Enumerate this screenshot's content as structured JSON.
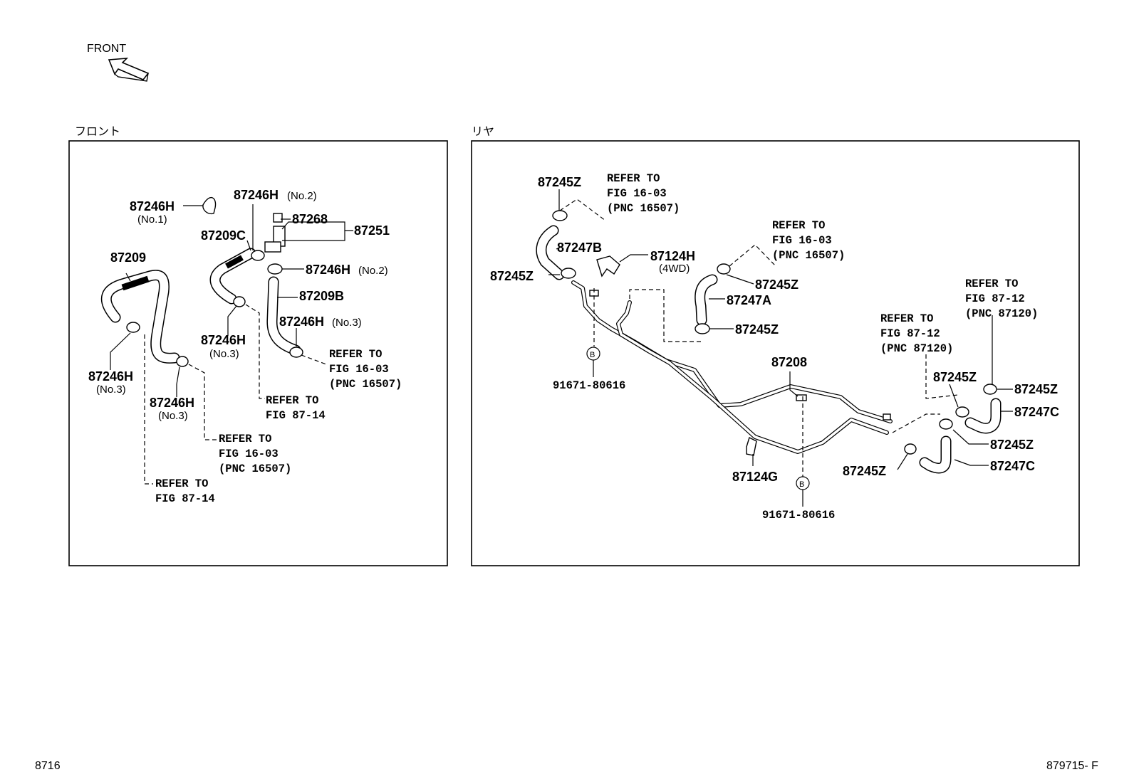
{
  "header": {
    "front_label": "FRONT",
    "front_section_title": "フロント",
    "rear_section_title": "リヤ"
  },
  "front_panel": {
    "parts": {
      "p87246h_no1": "87246H",
      "p87246h_no1_note": "(No.1)",
      "p87246h_no2_top": "87246H",
      "p87246h_no2_top_note": "(No.2)",
      "p87268": "87268",
      "p87251": "87251",
      "p87209c": "87209C",
      "p87209": "87209",
      "p87246h_no2_mid": "87246H",
      "p87246h_no2_mid_note": "(No.2)",
      "p87209b": "87209B",
      "p87246h_no3_right": "87246H",
      "p87246h_no3_right_note": "(No.3)",
      "p87246h_no3_center": "87246H",
      "p87246h_no3_center_note": "(No.3)",
      "p87246h_no3_left": "87246H",
      "p87246h_no3_left_note": "(No.3)",
      "p87246h_no3_lower": "87246H",
      "p87246h_no3_lower_note": "(No.3)"
    },
    "refs": {
      "ref_a": [
        "REFER TO",
        "FIG 16-03",
        "(PNC 16507)"
      ],
      "ref_b": [
        "REFER TO",
        "FIG 87-14"
      ],
      "ref_c": [
        "REFER TO",
        "FIG 16-03",
        "(PNC 16507)"
      ],
      "ref_d": [
        "REFER TO",
        "FIG 87-14"
      ]
    }
  },
  "rear_panel": {
    "parts": {
      "p87245z_top": "87245Z",
      "p87247b": "87247B",
      "p87245z_left": "87245Z",
      "p87124h": "87124H",
      "p87124h_note": "(4WD)",
      "p87245z_mid": "87245Z",
      "p87247a": "87247A",
      "p87245z_mid2": "87245Z",
      "p87208": "87208",
      "p87124g": "87124G",
      "bolt_left": "91671-80616",
      "bolt_right": "91671-80616",
      "bolt_marker": "B",
      "p87245z_r1": "87245Z",
      "p87245z_r2": "87245Z",
      "p87247c_r1": "87247C",
      "p87245z_r3": "87245Z",
      "p87245z_r4": "87245Z",
      "p87247c_r2": "87247C"
    },
    "refs": {
      "ref_e": [
        "REFER TO",
        "FIG 16-03",
        "(PNC 16507)"
      ],
      "ref_f": [
        "REFER TO",
        "FIG 16-03",
        "(PNC 16507)"
      ],
      "ref_g": [
        "REFER TO",
        "FIG 87-12",
        "(PNC 87120)"
      ],
      "ref_h": [
        "REFER TO",
        "FIG 87-12",
        "(PNC 87120)"
      ]
    }
  },
  "footer": {
    "page_code": "8716",
    "illustration_code": "879715- F"
  }
}
